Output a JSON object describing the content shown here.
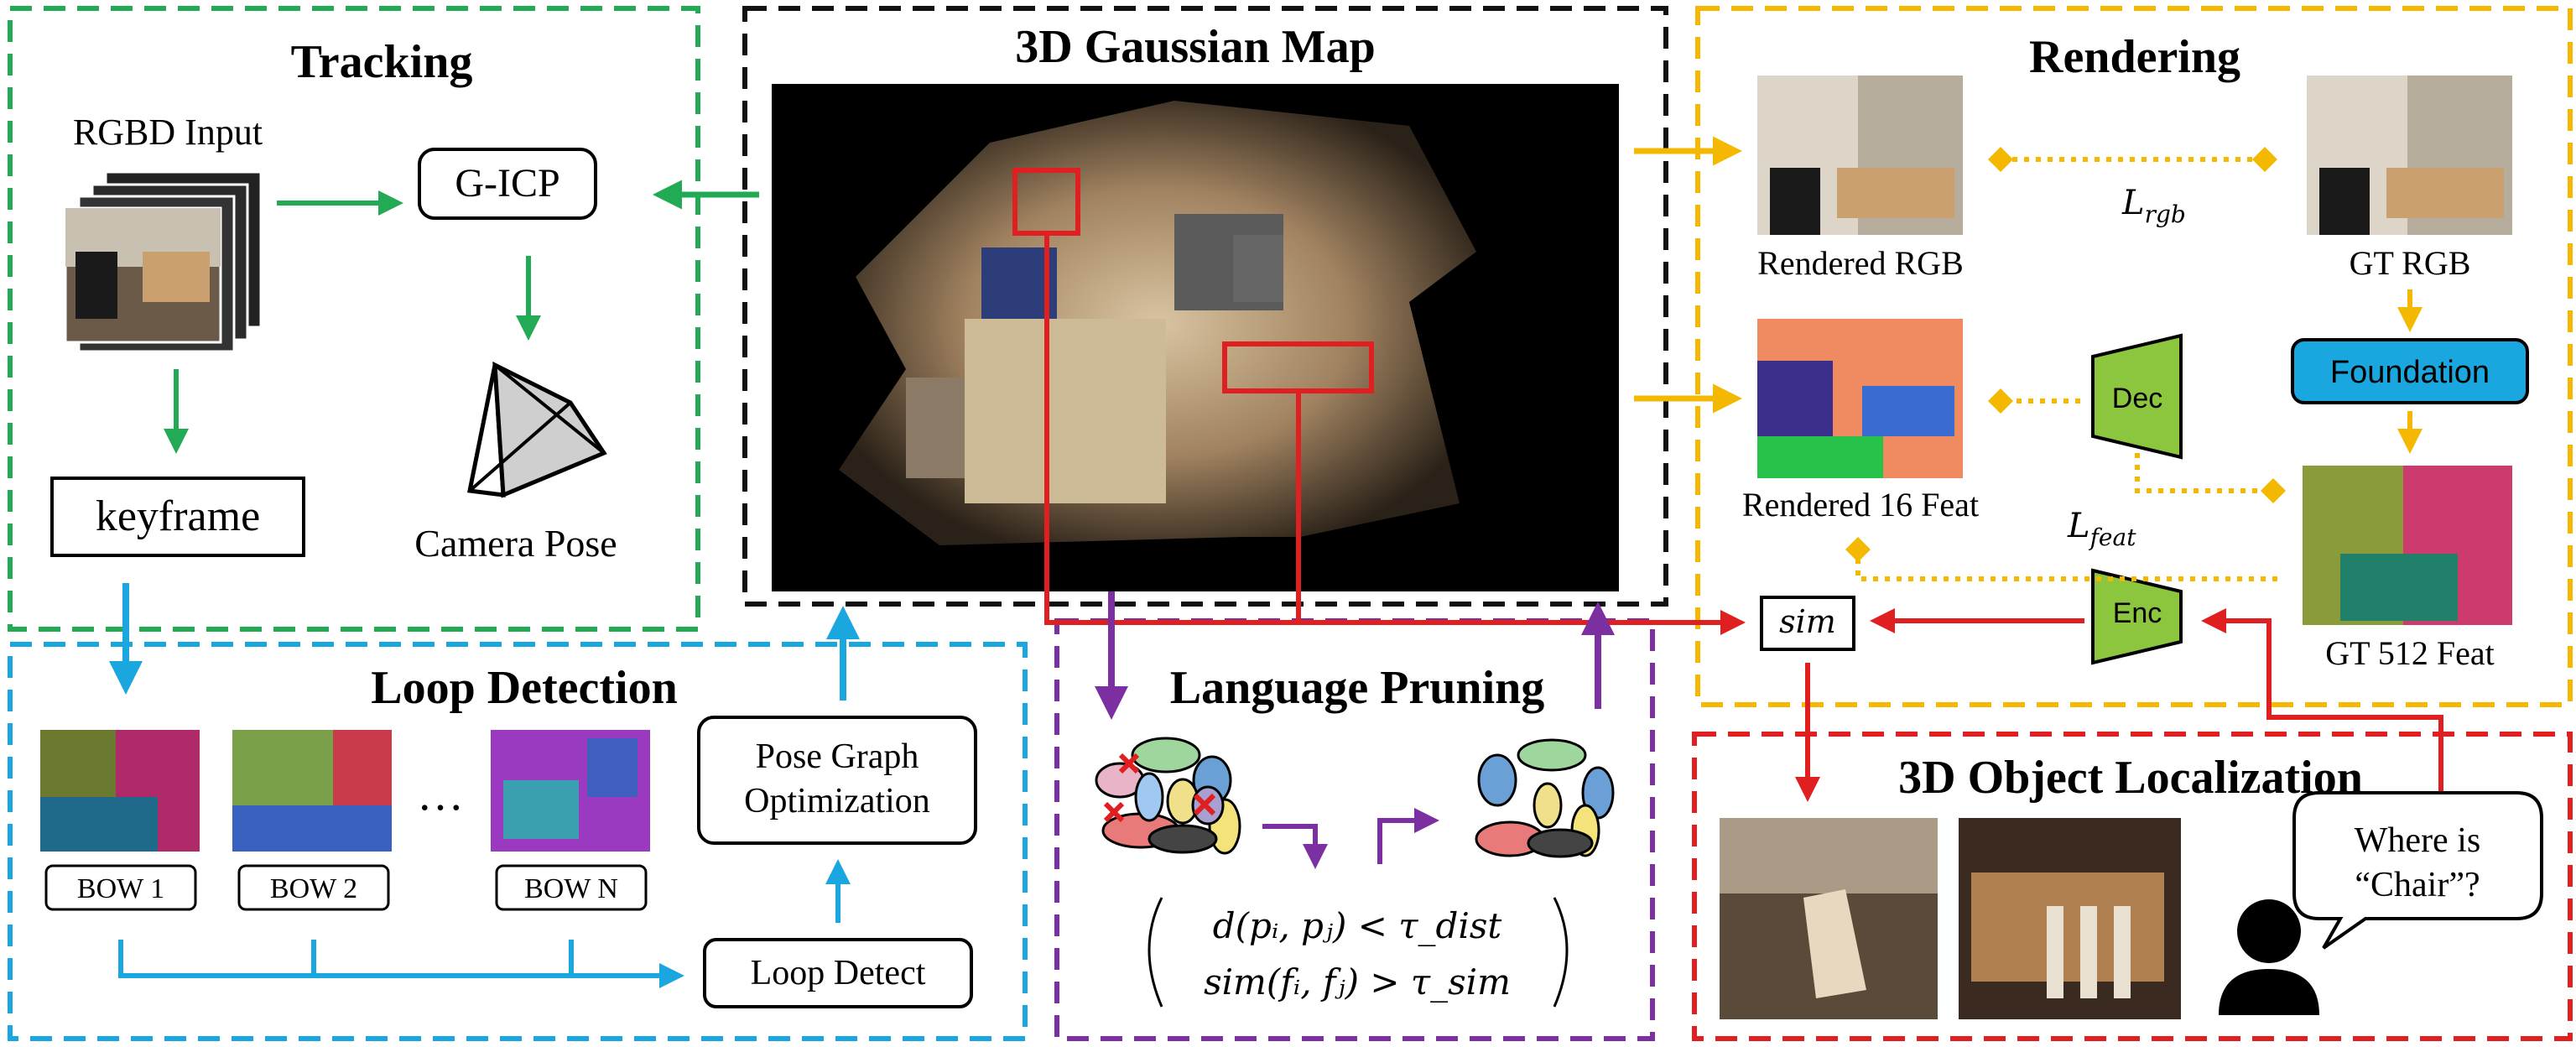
{
  "tracking": {
    "title": "Tracking",
    "rgbd_input": "RGBD Input",
    "gicp": "G-ICP",
    "keyframe": "keyframe",
    "camera_pose": "Camera Pose"
  },
  "gaussian_map": {
    "title": "3D Gaussian Map"
  },
  "rendering": {
    "title": "Rendering",
    "rendered_rgb": "Rendered RGB",
    "gt_rgb": "GT RGB",
    "l_rgb": "L",
    "l_rgb_sub": "rgb",
    "foundation": "Foundation",
    "dec": "Dec",
    "enc": "Enc",
    "rendered_feat": "Rendered 16 Feat",
    "l_feat": "L",
    "l_feat_sub": "feat",
    "gt_feat": "GT 512 Feat",
    "sim": "sim"
  },
  "loop_detection": {
    "title": "Loop Detection",
    "bow_1": "BOW 1",
    "bow_2": "BOW 2",
    "ellipsis": "…",
    "bow_n": "BOW N",
    "pgo_line1": "Pose Graph",
    "pgo_line2": "Optimization",
    "loop_detect": "Loop Detect"
  },
  "language_pruning": {
    "title": "Language Pruning",
    "cond1": "d(pᵢ, pⱼ) < τ_dist",
    "cond2": "sim(fᵢ, fⱼ) > τ_sim"
  },
  "localization": {
    "title": "3D Object Localization",
    "query_line1": "Where is",
    "query_line2": "“Chair”?"
  },
  "colors": {
    "tracking_green": "#22aa55",
    "map_black": "#111111",
    "rendering_orange": "#f5b800",
    "loop_blue": "#1aa7e0",
    "pruning_purple": "#7b2fa0",
    "localization_red": "#e02020",
    "foundation_blue": "#1aa7e0",
    "encdec_green": "#8cc63f"
  }
}
